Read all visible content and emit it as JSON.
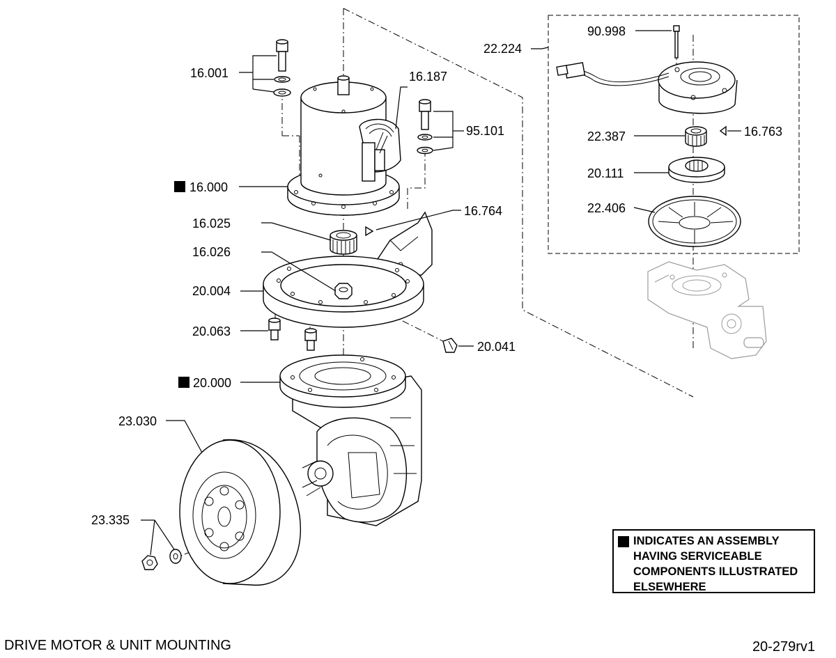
{
  "callouts": {
    "c16001": "16.001",
    "c16187": "16.187",
    "c95101": "95.101",
    "c16000": "16.000",
    "c16764": "16.764",
    "c16025": "16.025",
    "c16026": "16.026",
    "c20004": "20.004",
    "c20063": "20.063",
    "c20041": "20.041",
    "c20000": "20.000",
    "c23030": "23.030",
    "c23335": "23.335",
    "c22224": "22.224",
    "c90998": "90.998",
    "c22387": "22.387",
    "c16763": "16.763",
    "c20111": "20.111",
    "c22406": "22.406"
  },
  "legend": {
    "line1": "INDICATES AN ASSEMBLY",
    "line2": "HAVING SERVICEABLE",
    "line3": "COMPONENTS ILLUSTRATED",
    "line4": "ELSEWHERE"
  },
  "footer": {
    "title": "DRIVE MOTOR & UNIT MOUNTING",
    "code": "20-279rv1"
  }
}
